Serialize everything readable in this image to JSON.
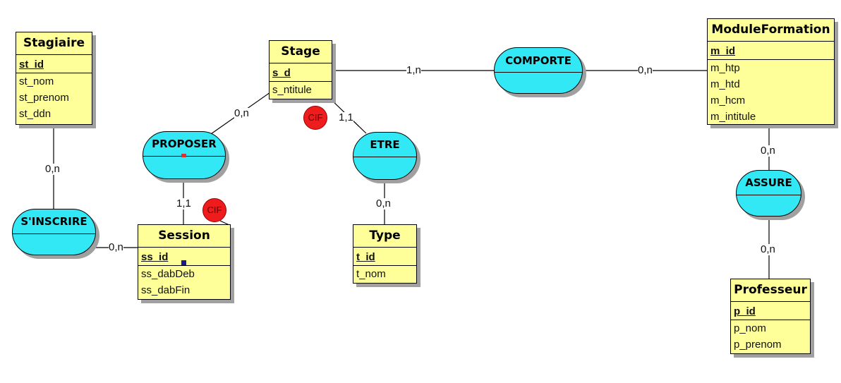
{
  "entities": {
    "stagiaire": {
      "name": "Stagiaire",
      "key": "st_id",
      "fields": [
        "st_nom",
        "st_prenom",
        "st_ddn"
      ]
    },
    "stage": {
      "name": "Stage",
      "key": "s_d",
      "fields": [
        "s_ntitule"
      ]
    },
    "moduleformation": {
      "name": "ModuleFormation",
      "key": "m_id",
      "fields": [
        "m_htp",
        "m_htd",
        "m_hcm",
        "m_intitule"
      ]
    },
    "session": {
      "name": "Session",
      "key": "ss_id",
      "fields": [
        "ss_dabDeb",
        "ss_dabFin"
      ]
    },
    "type": {
      "name": "Type",
      "key": "t_id",
      "fields": [
        "t_nom"
      ]
    },
    "professeur": {
      "name": "Professeur",
      "key": "p_id",
      "fields": [
        "p_nom",
        "p_prenom"
      ]
    }
  },
  "associations": {
    "comporte": "COMPORTE",
    "proposer": "PROPOSER",
    "etre": "ETRE",
    "assure": "ASSURE",
    "sinscrire": "S'INSCRIRE"
  },
  "cardinalities": {
    "stage_comporte": "1,n",
    "module_comporte": "0,n",
    "stage_proposer": "0,n",
    "stage_etre": "1,1",
    "session_proposer": "1,1",
    "type_etre": "0,n",
    "stagiaire_sinscrire": "0,n",
    "session_sinscrire": "0,n",
    "module_assure": "0,n",
    "professeur_assure": "0,n"
  },
  "cif_label": "CIF",
  "colors": {
    "entity_fill": "#ffff99",
    "association_fill": "#33e8f5",
    "cif_fill": "#ee1c1c",
    "shadow": "#a0a0a0"
  }
}
